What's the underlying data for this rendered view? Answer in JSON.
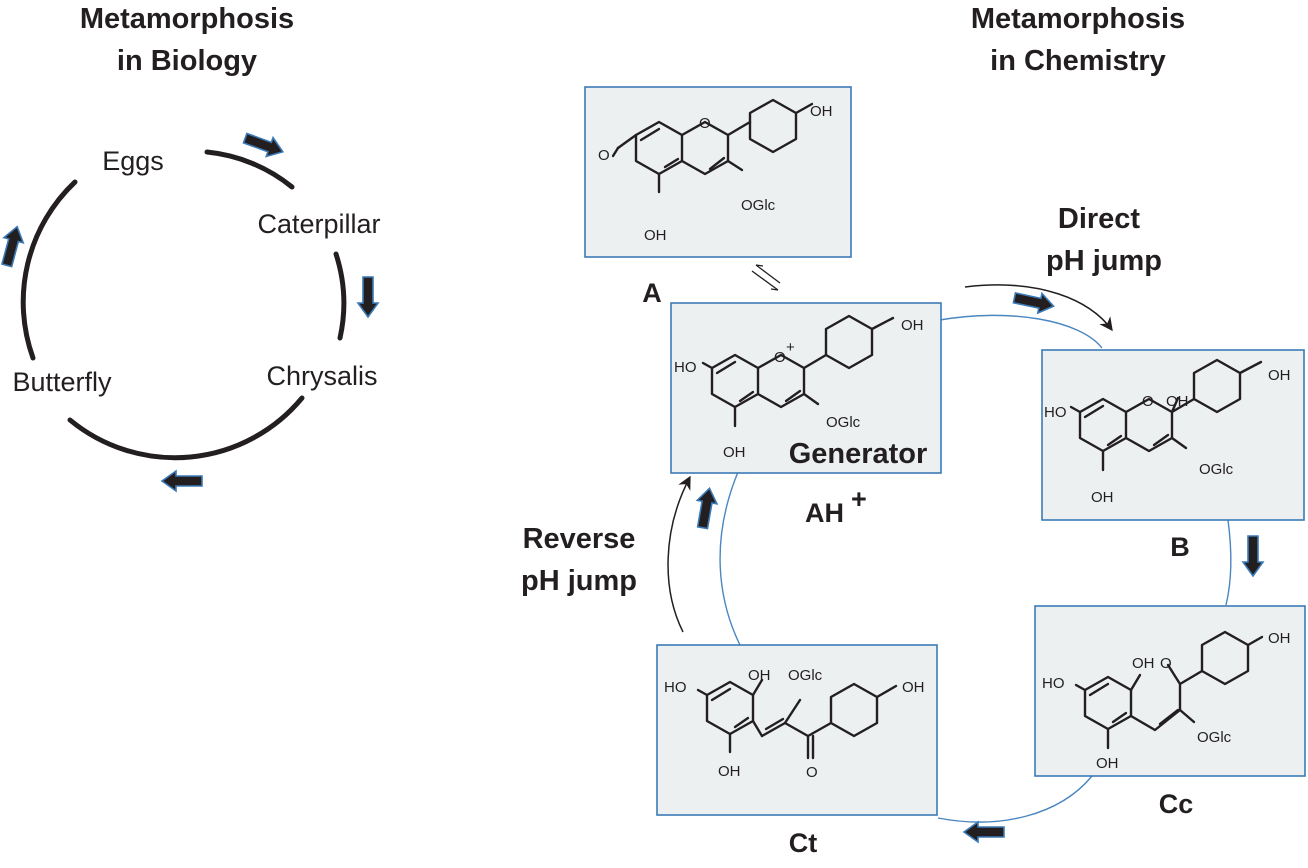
{
  "titles": {
    "biology_line1": "Metamorphosis",
    "biology_line2": "in Biology",
    "chemistry_line1": "Metamorphosis",
    "chemistry_line2": "in Chemistry"
  },
  "biology_cycle": {
    "stages": [
      "Eggs",
      "Caterpillar",
      "Chrysalis",
      "Butterfly"
    ]
  },
  "chemistry_cycle": {
    "species": {
      "A": "A",
      "AH": "AH",
      "AH_sup": "+",
      "B": "B",
      "Cc": "Cc",
      "Ct": "Ct"
    },
    "generator_label": "Generator",
    "direct_line1": "Direct",
    "direct_line2": "pH  jump",
    "reverse_line1": "Reverse",
    "reverse_line2": "pH  jump",
    "substituents": {
      "OH": "OH",
      "HO": "HO",
      "O": "O",
      "OGlc": "OGlc",
      "O_plus": "O",
      "plus": "+"
    }
  },
  "colors": {
    "box_fill": "#ecf0f1",
    "box_border": "#3b7ab7",
    "cycle_line": "#4a86c0",
    "ink": "#231f20"
  }
}
